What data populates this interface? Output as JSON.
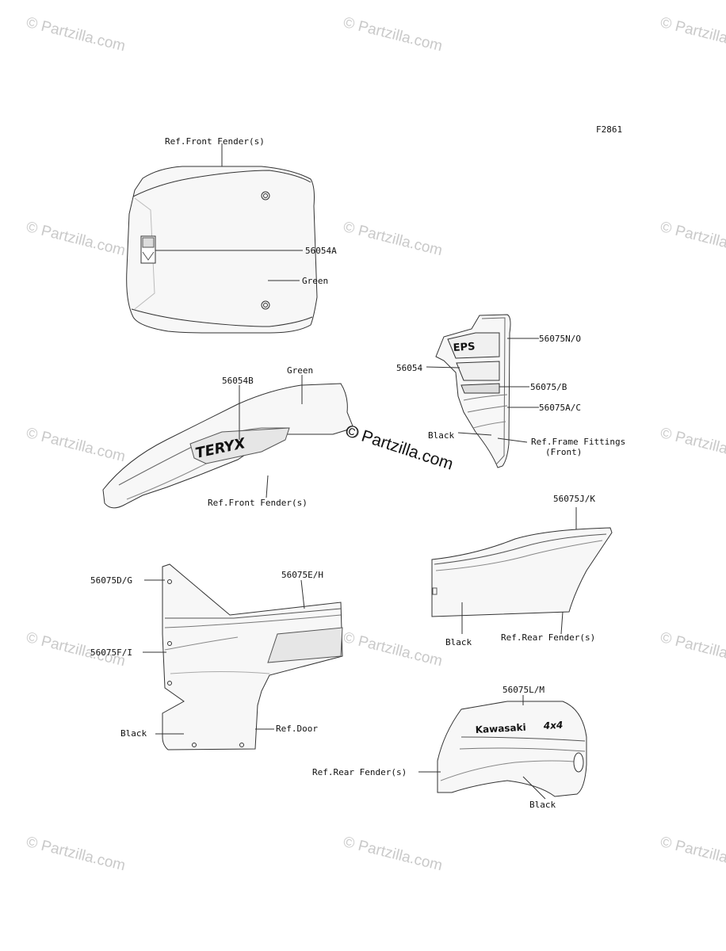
{
  "figure_id": "F2861",
  "watermark": "© Partzilla.com",
  "labels": {
    "ref_front_fender_top": "Ref.Front Fender(s)",
    "p56054A": "56054A",
    "green_top": "Green",
    "p56075NO": "56075N/O",
    "p56054": "56054",
    "p56075B": "56075/B",
    "p56075AC": "56075A/C",
    "black_frame": "Black",
    "ref_frame_fittings": "Ref.Frame Fittings",
    "ref_frame_fittings_sub": "(Front)",
    "green_mid": "Green",
    "p56054B": "56054B",
    "ref_front_fender_mid": "Ref.Front Fender(s)",
    "p56075JK": "56075J/K",
    "black_rear": "Black",
    "ref_rear_fender": "Ref.Rear Fender(s)",
    "p56075DG": "56075D/G",
    "p56075EH": "56075E/H",
    "p56075FI": "56075F/I",
    "black_door": "Black",
    "ref_door": "Ref.Door",
    "p56075LM": "56075L/M",
    "ref_rear_fender_bottom": "Ref.Rear Fender(s)",
    "black_bottom": "Black"
  },
  "decal_text": {
    "eps": "EPS",
    "teryx": "TERYX",
    "kawasaki": "Kawasaki",
    "fourbyfour": "4x4"
  }
}
